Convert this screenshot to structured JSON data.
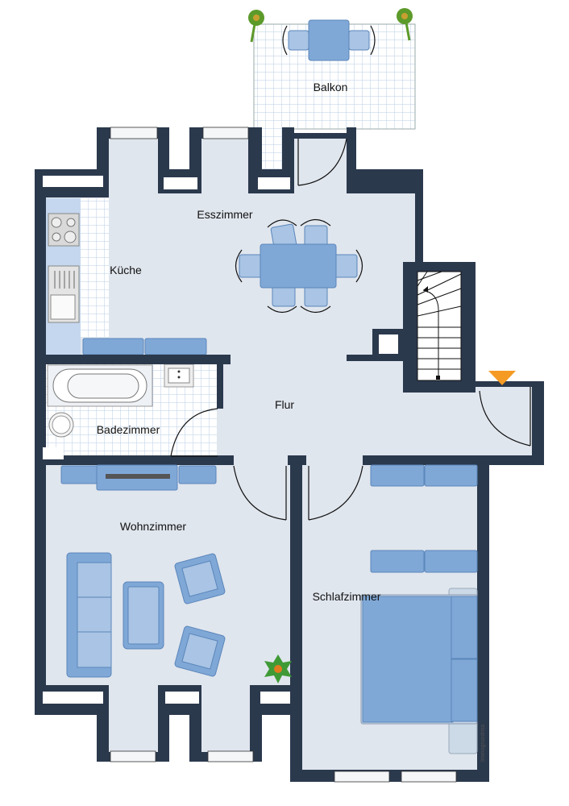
{
  "rooms": {
    "balcony": "Balkon",
    "dining": "Esszimmer",
    "kitchen": "Küche",
    "hall": "Flur",
    "bath": "Badezimmer",
    "living": "Wohnzimmer",
    "bedroom": "Schlafzimmer"
  },
  "watermark": "Immogrundriss",
  "colors": {
    "wall": "#2b394d",
    "floor": "#e0e6ee",
    "furniture": "#7fa8d7",
    "entrance_marker": "#f59a23"
  }
}
